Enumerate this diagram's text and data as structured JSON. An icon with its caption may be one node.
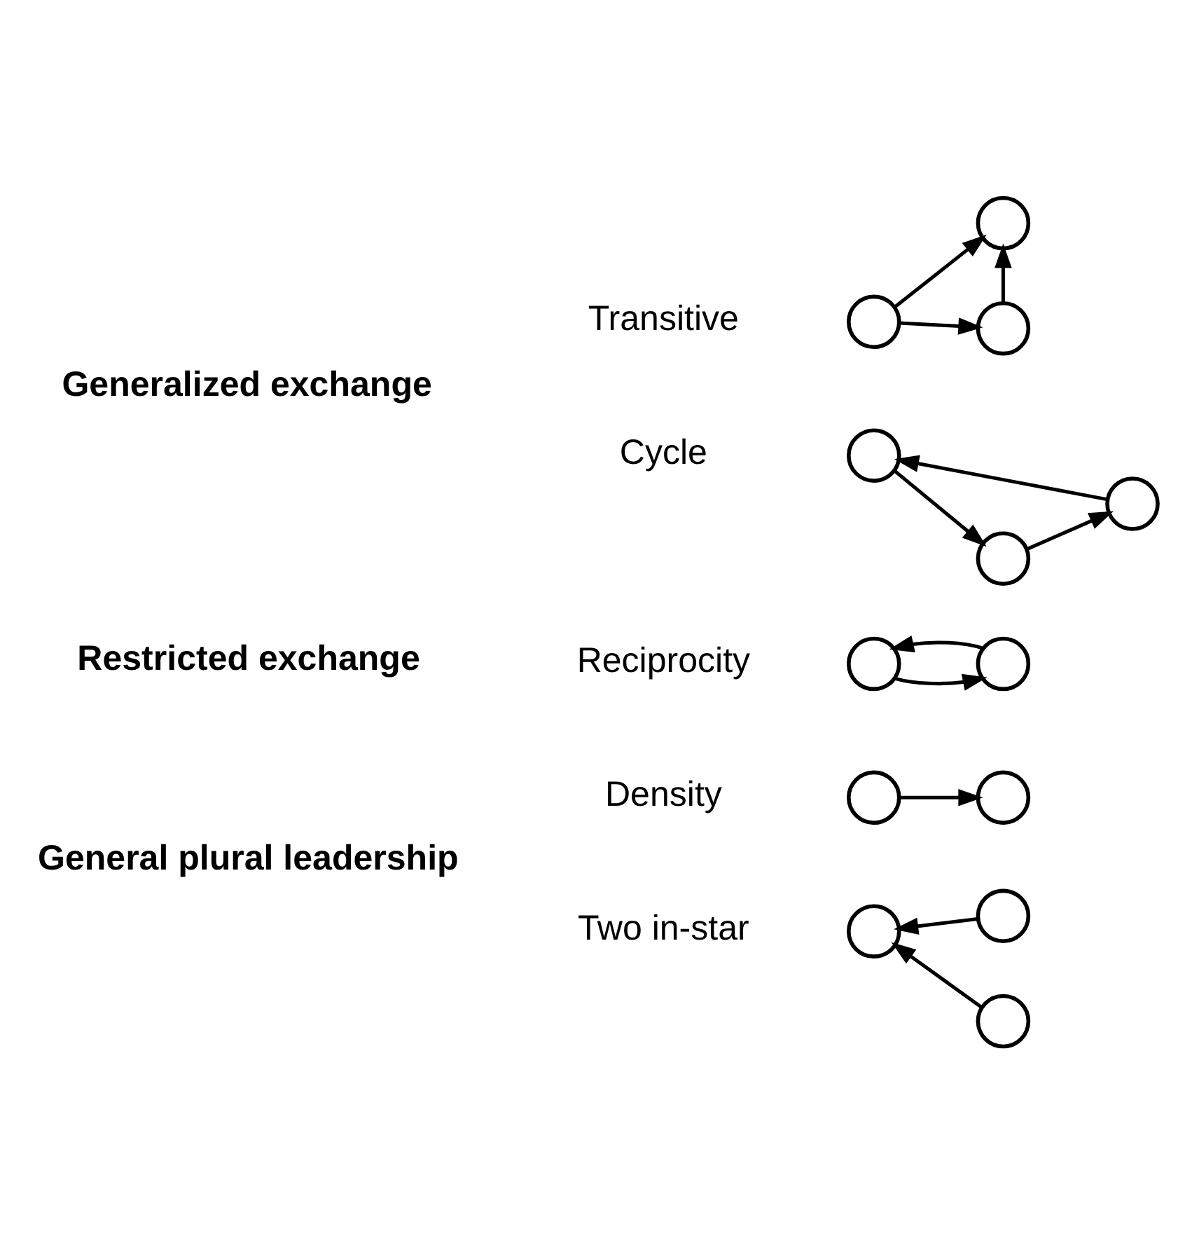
{
  "diagram": {
    "nodes": [
      {
        "text": [],
        "shape": "circle"
      },
      {
        "text": [],
        "shape": "circle"
      },
      {
        "text": [],
        "shape": "circle"
      },
      {
        "text": [],
        "shape": "circle"
      },
      {
        "text": [],
        "shape": "circle"
      },
      {
        "text": [],
        "shape": "circle"
      },
      {
        "text": [],
        "shape": "circle"
      },
      {
        "text": [],
        "shape": "circle"
      },
      {
        "text": [],
        "shape": "circle"
      },
      {
        "text": [],
        "shape": "circle"
      },
      {
        "text": [],
        "shape": "circle"
      },
      {
        "text": [],
        "shape": "circle"
      },
      {
        "text": [],
        "shape": "circle"
      }
    ],
    "edges": [
      {
        "from": 0,
        "to": 1,
        "arrow": "to"
      },
      {
        "from": 2,
        "to": 3,
        "arrow": "to"
      },
      {
        "from": 4,
        "to": 3,
        "arrow": "to"
      },
      {
        "from": 5,
        "to": 6,
        "arrow": "to"
      },
      {
        "from": 6,
        "to": 5,
        "arrow": "to"
      },
      {
        "from": 8,
        "to": 7,
        "arrow": "to"
      },
      {
        "from": 8,
        "to": 9,
        "arrow": "to"
      },
      {
        "from": 9,
        "to": 7,
        "arrow": "to"
      },
      {
        "from": 10,
        "to": 11,
        "arrow": "to"
      },
      {
        "from": 11,
        "to": 12,
        "arrow": "to"
      },
      {
        "from": 12,
        "to": 10,
        "arrow": "to"
      }
    ],
    "labels": [
      "General plural leadership",
      "Density",
      "Two in-star",
      "Restricted exchange",
      "Reciprocity",
      "Transitive",
      "Generalized exchange",
      "Cycle"
    ]
  }
}
